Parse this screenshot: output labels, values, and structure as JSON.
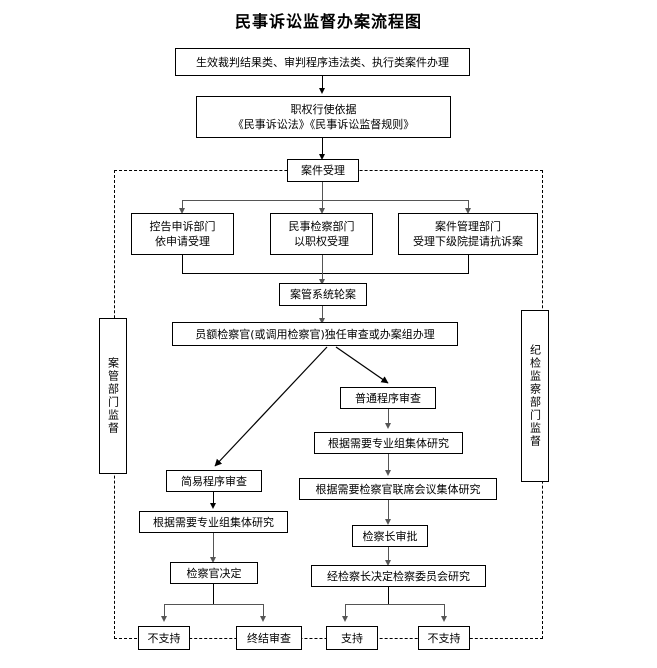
{
  "title": "民事诉讼监督办案流程图",
  "nodes": {
    "intake": "生效裁判结果类、审判程序违法类、执行类案件办理",
    "authority_line1": "职权行使依据",
    "authority_line2": "《民事诉讼法》《民事诉讼监督规则》",
    "case_accept": "案件受理",
    "dept_complaint_line1": "控告申诉部门",
    "dept_complaint_line2": "依申请受理",
    "dept_civil_line1": "民事检察部门",
    "dept_civil_line2": "以职权受理",
    "dept_manage_line1": "案件管理部门",
    "dept_manage_line2": "受理下级院提请抗诉案",
    "rotation": "案管系统轮案",
    "prosecutor": "员额检察官(或调用检察官)独任审查或办案组办理",
    "simple_review": "简易程序审查",
    "simple_group_study": "根据需要专业组集体研究",
    "prosecutor_decision": "检察官决定",
    "normal_review": "普通程序审查",
    "normal_group_study": "根据需要专业组集体研究",
    "joint_meeting": "根据需要检察官联席会议集体研究",
    "chief_approval": "检察长审批",
    "committee_study": "经检察长决定检察委员会研究",
    "result_not_support_left": "不支持",
    "result_terminate": "终结审查",
    "result_support": "支持",
    "result_not_support_right": "不支持"
  },
  "supervision": {
    "left": "案管部门监督",
    "right": "纪检监察部门监督"
  },
  "colors": {
    "line": "#555555",
    "border": "#000000",
    "background": "#ffffff"
  }
}
